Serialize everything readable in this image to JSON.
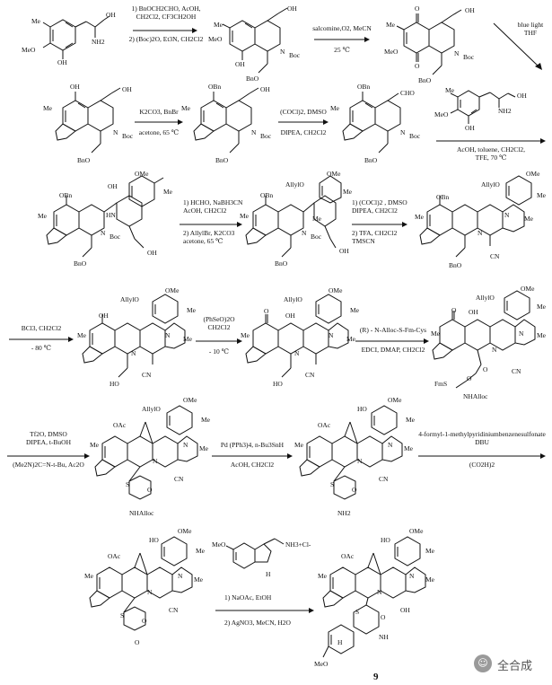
{
  "steps": [
    {
      "lines": [
        "1) BnOCH2CHO, AcOH,",
        "CH2Cl2, CF3CH2OH",
        "2) (Boc)2O, Et3N, CH2Cl2"
      ]
    },
    {
      "lines": [
        "salcomine,O2, MeCN",
        "25 ℃"
      ]
    },
    {
      "lines": [
        "blue light",
        "THF"
      ]
    },
    {
      "lines": [
        "K2CO3, BnBr",
        "acetone, 65 ℃"
      ]
    },
    {
      "lines": [
        "(COCl)2, DMSO",
        "DIPEA, CH2Cl2"
      ]
    },
    {
      "lines": [
        "AcOH, toluene, CH2Cl2,",
        "TFE, 70 ℃"
      ]
    },
    {
      "lines": [
        "1) HCHO, NaBH3CN",
        "AcOH, CH2Cl2",
        "2) AllylBr, K2CO3",
        "acetone, 65 ℃"
      ]
    },
    {
      "lines": [
        "1) (COCl)2 , DMSO",
        "DIPEA, CH2Cl2",
        "2) TFA, CH2Cl2",
        "TMSCN"
      ]
    },
    {
      "lines": [
        "BCl3, CH2Cl2",
        "- 80 ℃"
      ]
    },
    {
      "lines": [
        "(PhSeO)2O",
        "CH2Cl2",
        "- 10 ℃"
      ]
    },
    {
      "lines": [
        "(R) - N-Alloc-S-Fm-Cys",
        "EDCI, DMAP, CH2Cl2"
      ]
    },
    {
      "lines": [
        "Tf2O, DMSO",
        "DIPEA, t-BuOH",
        "(Me2N)2C=N-t-Bu, Ac2O"
      ]
    },
    {
      "lines": [
        "Pd (PPh3)4, n-Bu3SnH",
        "AcOH, CH2Cl2"
      ]
    },
    {
      "lines": [
        "4-formyl-1-methylpyridiniumbenzenesulfonate",
        "DBU",
        "(CO2H)2"
      ]
    },
    {
      "lines": [
        "1) NaOAc, EtOH",
        "2) AgNO3, MeCN, H2O"
      ]
    }
  ],
  "labels": {
    "me": "Me",
    "meo": "MeO",
    "ome": "OMe",
    "oh": "OH",
    "nh2": "NH2",
    "boc": "Boc",
    "n": "N",
    "bno": "BnO",
    "obn": "OBn",
    "cho": "CHO",
    "hn": "HN",
    "allylo": "AllylO",
    "cn": "CN",
    "ho": "HO",
    "oac": "OAc",
    "fms": "FmS",
    "nhalloc": "NHAlloc",
    "s": "S",
    "o": "O",
    "nh3cl": "NH3+Cl-",
    "h": "H",
    "nh": "NH"
  },
  "compound_number": "9",
  "watermark": "全合成"
}
